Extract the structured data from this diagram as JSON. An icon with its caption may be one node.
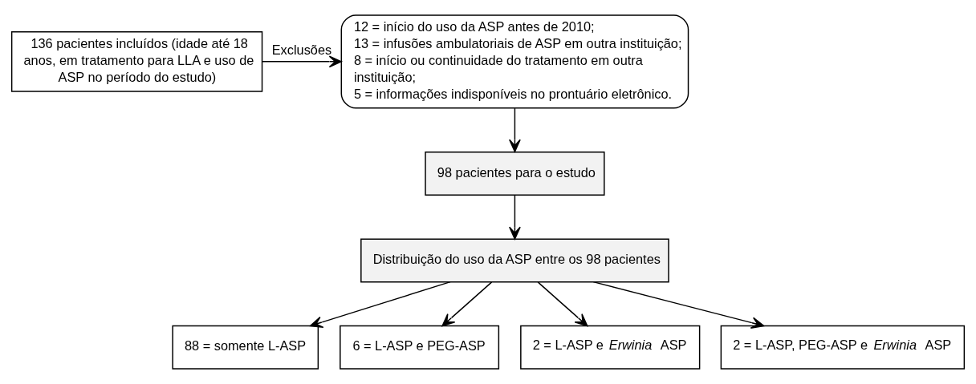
{
  "diagram": {
    "nodes": [
      {
        "text": [
          "136 pacientes incluídos (idade até 18 anos, em tratamento para LLA e uso de ASP no período do estudo)"
        ]
      },
      {
        "text": [
          "12 = início do uso da ASP antes de 2010;",
          "13 = infusões ambulatoriais de ASP em outra instituição;",
          "8 = início ou continuidade do tratamento em outra instituição;",
          "5 = informações indisponíveis no prontuário eletrônico."
        ]
      },
      {
        "text": [
          "98 pacientes para o estudo"
        ]
      },
      {
        "text": [
          "Distribuição do uso da ASP entre os 98 pacientes"
        ]
      },
      {
        "text": [
          "88 = somente L-ASP"
        ]
      },
      {
        "text": [
          "6 = L-ASP e PEG-ASP"
        ]
      },
      {
        "text": [
          "2 = L-ASP e *Erwinia* ASP"
        ]
      },
      {
        "text": [
          "2 = L-ASP, PEG-ASP e *Erwinia* ASP"
        ]
      }
    ],
    "edges": [
      {
        "from": 0,
        "to": 1,
        "arrow": "to",
        "label": "Exclusões"
      },
      {
        "from": 1,
        "to": 2,
        "arrow": "to"
      },
      {
        "from": 2,
        "to": 3,
        "arrow": "to"
      },
      {
        "from": 3,
        "to": 4,
        "arrow": "to"
      },
      {
        "from": 3,
        "to": 5,
        "arrow": "to"
      },
      {
        "from": 3,
        "to": 6,
        "arrow": "to"
      },
      {
        "from": 3,
        "to": 7,
        "arrow": "to"
      }
    ]
  }
}
